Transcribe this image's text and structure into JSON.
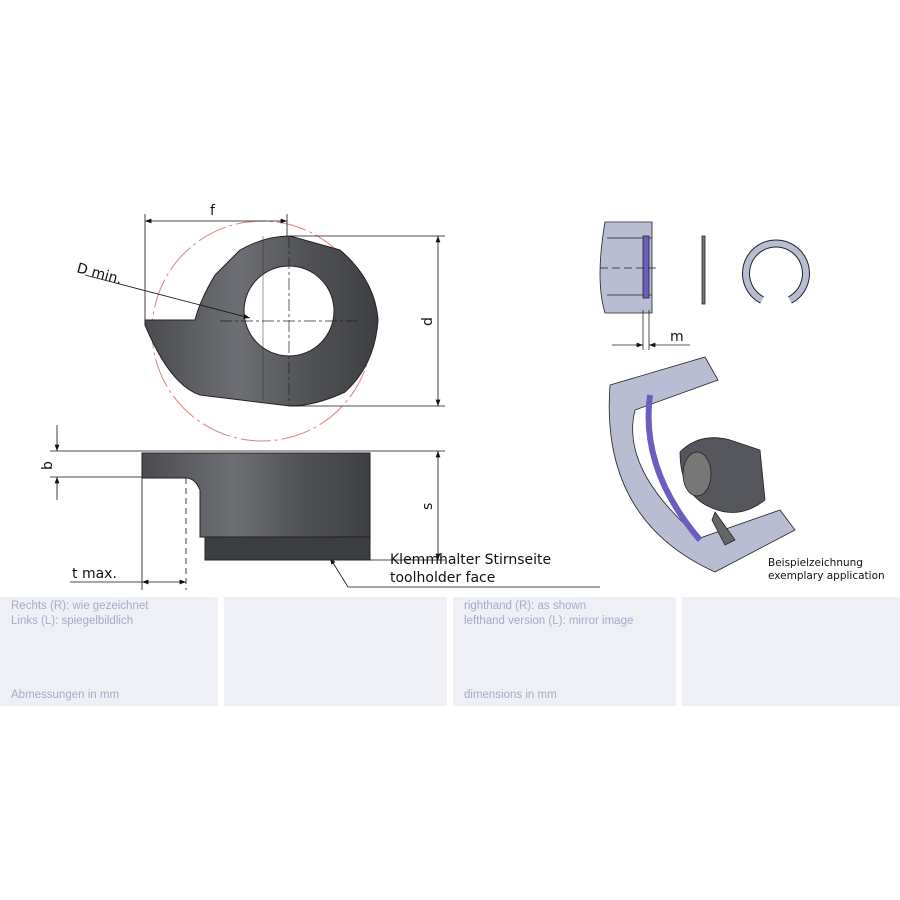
{
  "drawing": {
    "dimension_labels": {
      "f": "f",
      "d_min": "D min.",
      "d": "d",
      "b": "b",
      "s": "s",
      "t_max": "t max.",
      "m": "m"
    },
    "callout": {
      "line1": "Klemmhalter Stirnseite",
      "line2": "toolholder face"
    },
    "example": {
      "line1": "Beispielzeichnung",
      "line2": "exemplary application"
    },
    "colors": {
      "insert": "#55575c",
      "ring": "#6a5fc0",
      "housing": "#b9bdd3",
      "circle": "#e08080"
    }
  },
  "panels": [
    {
      "line1": "Rechts (R): wie gezeichnet",
      "line2": "Links (L): spiegelbildlich",
      "footer": "Abmessungen in mm"
    },
    {},
    {
      "line1": "righthand (R): as shown",
      "line2": "lefthand version (L): mirror image",
      "footer": "dimensions in mm"
    },
    {}
  ]
}
